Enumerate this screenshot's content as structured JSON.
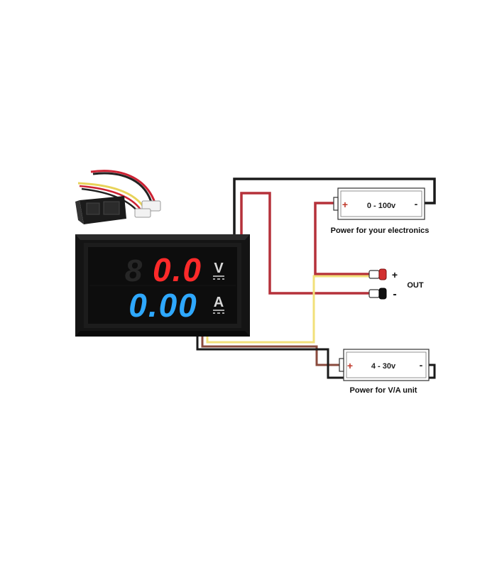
{
  "meter": {
    "voltage_reading": "0.0",
    "voltage_unit": "V",
    "current_reading": "0.00",
    "current_unit": "A",
    "dim_digit": "8",
    "voltage_color": "#ff2a2a",
    "current_color": "#2ea8ff"
  },
  "battery_top": {
    "range": "0 - 100v",
    "plus": "+",
    "minus": "-",
    "caption": "Power for your electronics"
  },
  "battery_bottom": {
    "range": "4 - 30v",
    "plus": "+",
    "minus": "-",
    "caption": "Power for V/A unit"
  },
  "output": {
    "label": "OUT",
    "plus": "+",
    "minus": "-"
  },
  "wire_colors": {
    "black": "#1a1a1a",
    "red": "#b5313a",
    "yellow": "#f2e07a",
    "brown": "#8a4a3c"
  }
}
